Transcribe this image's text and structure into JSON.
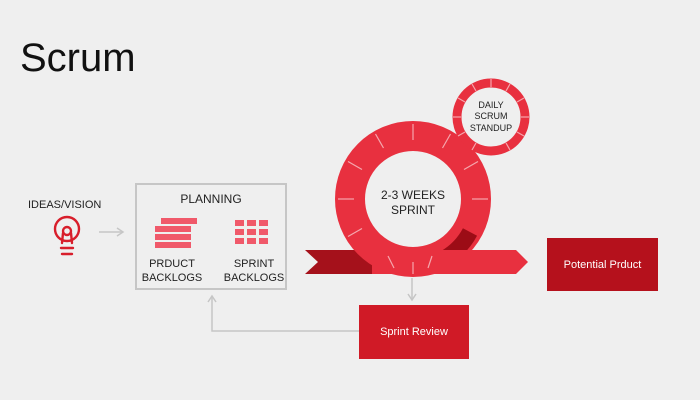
{
  "title": "Scrum",
  "ideas": {
    "label": "IDEAS/VISION",
    "icon": "lightbulb-icon"
  },
  "planning": {
    "title": "PLANNING",
    "product_backlogs": "PRDUCT\nBACKLOGS",
    "sprint_backlogs": "SPRINT\nBACKLOGS"
  },
  "sprint": {
    "label": "2-3 WEEKS\nSPRINT"
  },
  "daily": {
    "label": "DAILY\nSCRUM\nSTANDUP"
  },
  "potential_product": {
    "label": "Potential Prduct"
  },
  "sprint_review": {
    "label": "Sprint Review"
  },
  "colors": {
    "red": "#e8303f",
    "dark_red": "#b5111c",
    "box_red": "#d01a26",
    "arrow_gray": "#c6c6c6"
  }
}
